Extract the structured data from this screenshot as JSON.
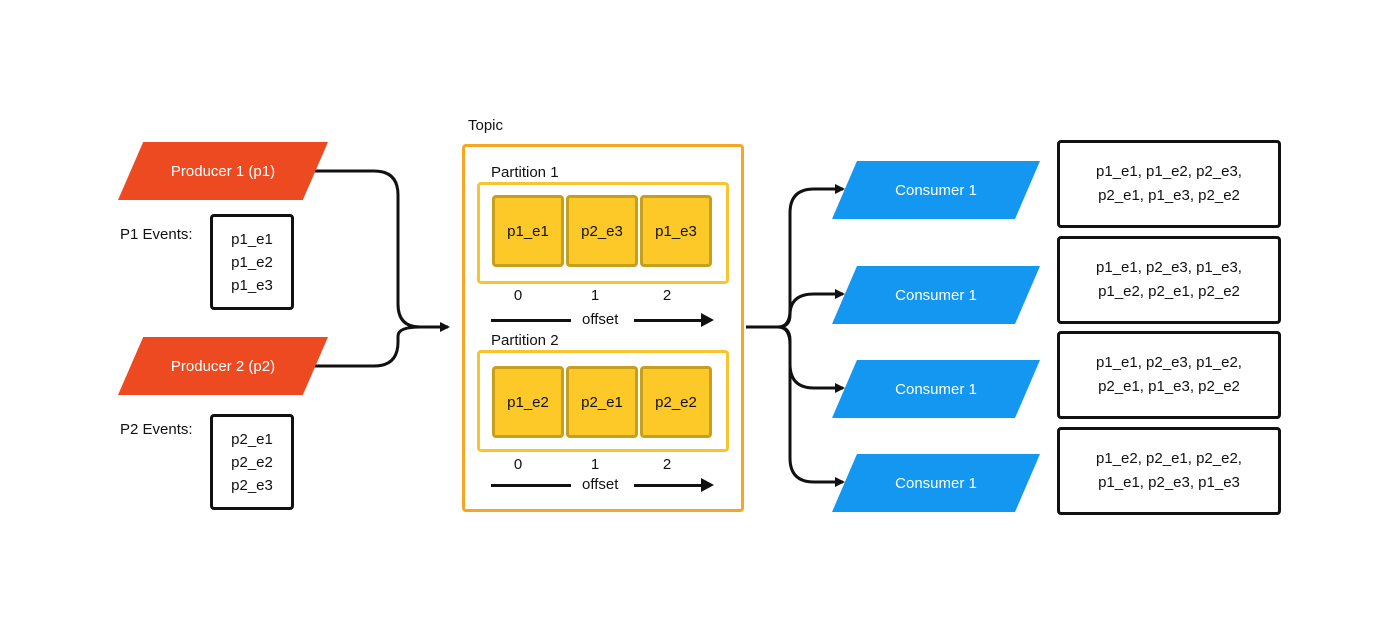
{
  "producers": [
    {
      "label": "Producer 1 (p1)",
      "events_label": "P1 Events:",
      "events": [
        "p1_e1",
        "p1_e2",
        "p1_e3"
      ]
    },
    {
      "label": "Producer 2 (p2)",
      "events_label": "P2 Events:",
      "events": [
        "p2_e1",
        "p2_e2",
        "p2_e3"
      ]
    }
  ],
  "topic": {
    "label": "Topic",
    "partitions": [
      {
        "label": "Partition 1",
        "cells": [
          "p1_e1",
          "p2_e3",
          "p1_e3"
        ],
        "offsets": [
          "0",
          "1",
          "2"
        ],
        "offset_label": "offset"
      },
      {
        "label": "Partition 2",
        "cells": [
          "p1_e2",
          "p2_e1",
          "p2_e2"
        ],
        "offsets": [
          "0",
          "1",
          "2"
        ],
        "offset_label": "offset"
      }
    ]
  },
  "consumers": [
    {
      "label": "Consumer 1",
      "order": [
        "p1_e1, p1_e2, p2_e3,",
        "p2_e1, p1_e3, p2_e2"
      ]
    },
    {
      "label": "Consumer 1",
      "order": [
        "p1_e1, p2_e3, p1_e3,",
        "p1_e2, p2_e1, p2_e2"
      ]
    },
    {
      "label": "Consumer 1",
      "order": [
        "p1_e1, p2_e3, p1_e2,",
        "p2_e1, p1_e3, p2_e2"
      ]
    },
    {
      "label": "Consumer 1",
      "order": [
        "p1_e2, p2_e1, p2_e2,",
        "p1_e1, p2_e3, p1_e3"
      ]
    }
  ],
  "colors": {
    "producer": "#ed4a22",
    "consumer": "#1397f1",
    "topic_border": "#f5a623",
    "partition_border": "#f8c531",
    "cell_fill": "#fcc928",
    "cell_border": "#c79f1f",
    "line": "#111111"
  }
}
